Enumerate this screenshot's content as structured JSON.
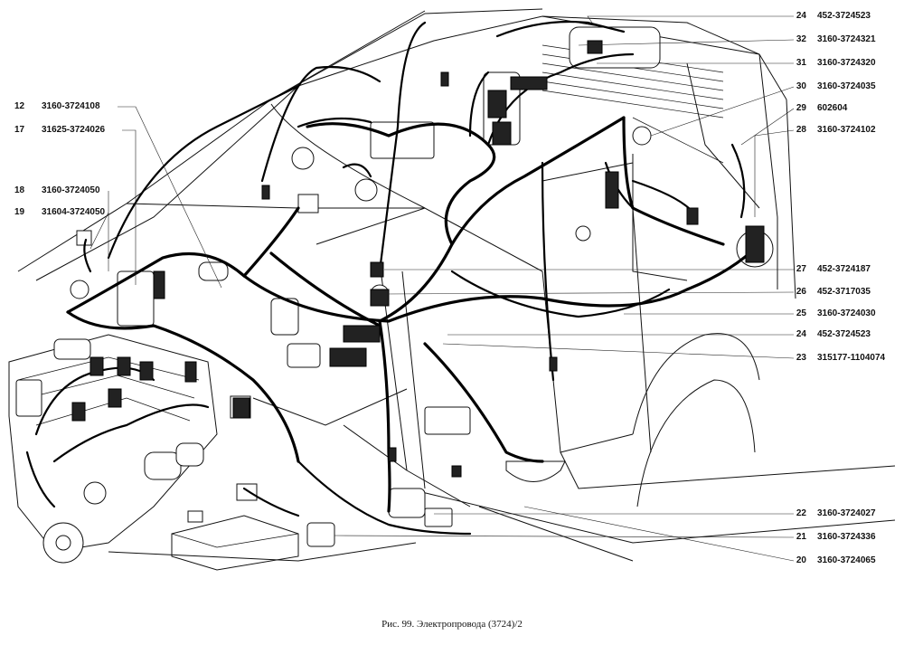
{
  "figure": {
    "caption": "Рис. 99. Электропровода (3724)/2"
  },
  "callouts_left": [
    {
      "number": "12",
      "part": "3160-3724108"
    },
    {
      "number": "17",
      "part": "31625-3724026"
    },
    {
      "number": "18",
      "part": "3160-3724050"
    },
    {
      "number": "19",
      "part": "31604-3724050"
    }
  ],
  "callouts_right": [
    {
      "number": "24",
      "part": "452-3724523"
    },
    {
      "number": "32",
      "part": "3160-3724321"
    },
    {
      "number": "31",
      "part": "3160-3724320"
    },
    {
      "number": "30",
      "part": "3160-3724035"
    },
    {
      "number": "29",
      "part": "602604"
    },
    {
      "number": "28",
      "part": "3160-3724102"
    },
    {
      "number": "27",
      "part": "452-3724187"
    },
    {
      "number": "26",
      "part": "452-3717035"
    },
    {
      "number": "25",
      "part": "3160-3724030"
    },
    {
      "number": "24",
      "part": "452-3724523"
    },
    {
      "number": "23",
      "part": "315177-1104074"
    },
    {
      "number": "22",
      "part": "3160-3724027"
    },
    {
      "number": "21",
      "part": "3160-3724336"
    },
    {
      "number": "20",
      "part": "3160-3724065"
    }
  ]
}
